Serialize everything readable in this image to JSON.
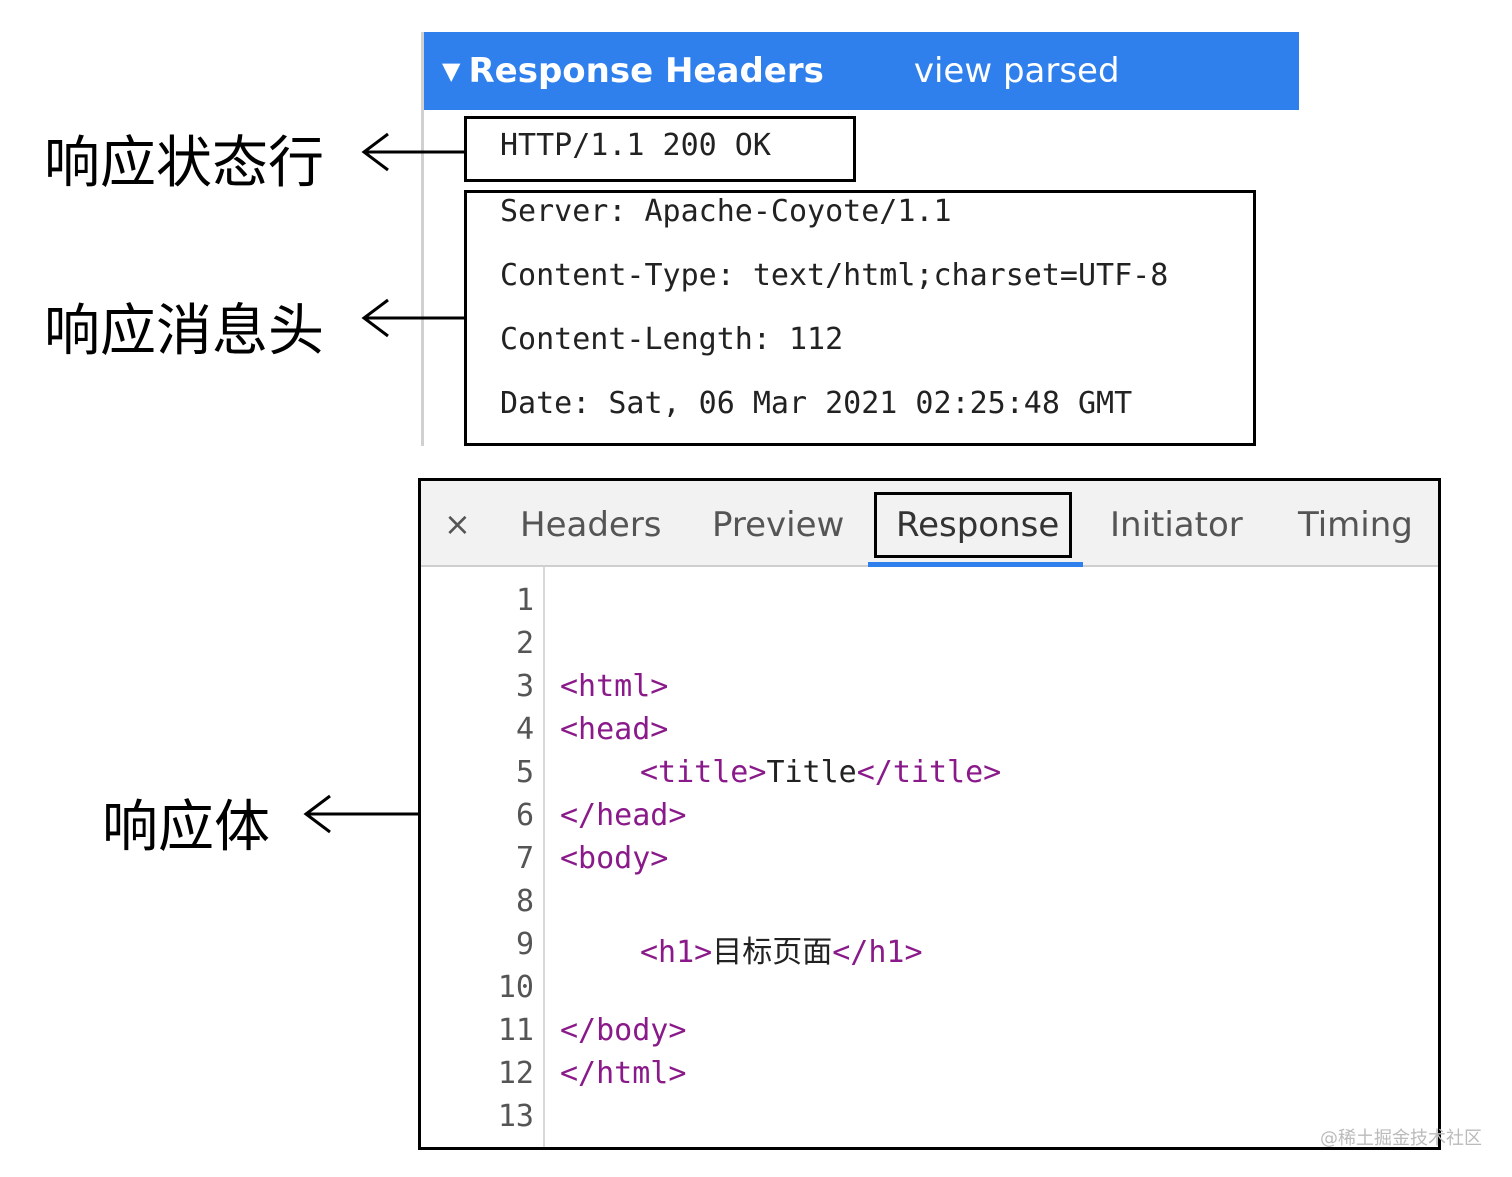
{
  "response_headers": {
    "title": "Response Headers",
    "view_parsed": "view parsed",
    "status_line": "HTTP/1.1 200 OK",
    "headers": [
      "Server: Apache-Coyote/1.1",
      "Content-Type: text/html;charset=UTF-8",
      "Content-Length: 112",
      "Date: Sat, 06 Mar 2021 02:25:48 GMT"
    ]
  },
  "annotations": {
    "status": "响应状态行",
    "headers": "响应消息头",
    "body": "响应体"
  },
  "devtools": {
    "close": "×",
    "tabs": [
      "Headers",
      "Preview",
      "Response",
      "Initiator",
      "Timing"
    ],
    "active_tab": "Response",
    "line_numbers": [
      "1",
      "2",
      "3",
      "4",
      "5",
      "6",
      "7",
      "8",
      "9",
      "10",
      "11",
      "12",
      "13"
    ],
    "code": {
      "l3": "<html>",
      "l4": "<head>",
      "l5_open": "<title>",
      "l5_text": "Title",
      "l5_close": "</title>",
      "l6": "</head>",
      "l7": "<body>",
      "l9_open": "<h1>",
      "l9_text": "目标页面",
      "l9_close": "</h1>",
      "l11": "</body>",
      "l12": "</html>"
    }
  },
  "watermark": "@稀土掘金技术社区",
  "colors": {
    "accent": "#2f80ed",
    "tag": "#8a1a8a"
  }
}
